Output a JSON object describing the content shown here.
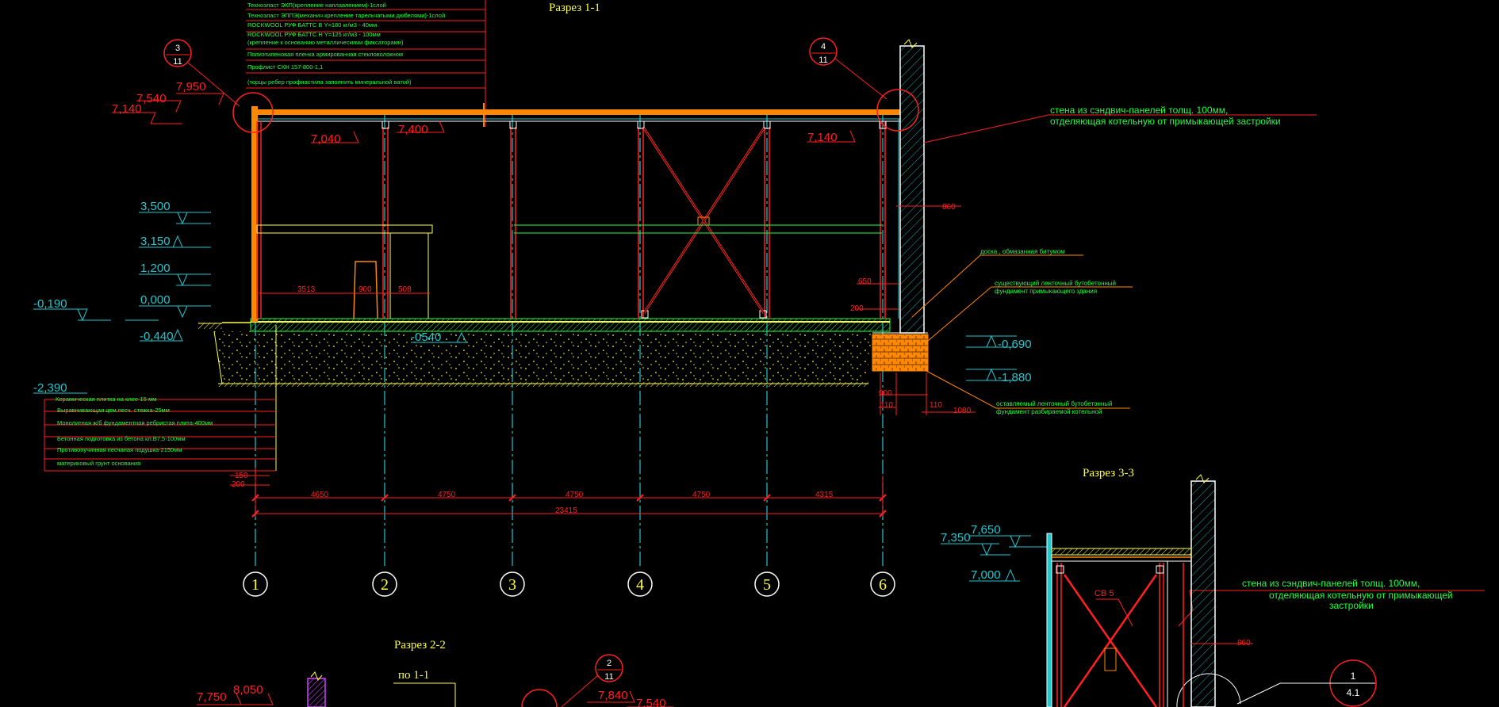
{
  "colors": {
    "background": "#000000",
    "red": "#ff2020",
    "cyan": "#20c8d0",
    "green": "#20ff40",
    "yellow": "#ffff40",
    "orange": "#ff8800",
    "white": "#ffffff",
    "magenta": "#d040ff"
  },
  "section_titles": {
    "s11": "Разрез 1-1",
    "s22": "Разрез 2-2",
    "s33": "Разрез 3-3",
    "ref_11": "по 1-1"
  },
  "roof_layers": [
    "Техноэласт ЭКП(крепление наплавлением)-1слой",
    "Техноэласт ЭППЭ(механич.крепление тарельчатыми дюбелями)-1слой",
    "ROCKWOOL РУФ БАТТС В   Y=180 кг/м3 - 40мм",
    "ROCKWOOL РУФ БАТТС Н   Y=125 кг/м3 - 100мм",
    "(крепление к основанию металлическими фиксаторами)",
    "Полиэтиленовая пленка армированная стекловолокном",
    "Профлист СКН 157-800-1,1",
    "(торцы ребер профнастила заполнить минеральной ватой)"
  ],
  "floor_layers": [
    "Керамическая плитка на клее-15 мм",
    "Выравнивающая цем.песч. стяжка-25мм",
    "Монолитная ж/б фундаментная ребристая плита-400мм",
    "Бетонная подготовка из бетона кл.В7,5-100мм",
    "Противопучинная песчаная подушка-2150мм",
    "материковый грунт основания"
  ],
  "callouts": {
    "c1": "3",
    "c1b": "11",
    "c2": "4",
    "c2b": "11",
    "c3": "2",
    "c3b": "11",
    "c4": "1",
    "c4b": "4.1"
  },
  "elevations_red": {
    "e7950": "7,950",
    "e7540": "7,540",
    "e7140a": "7,140",
    "e7040": "7,040",
    "e7400": "7,400",
    "e7140b": "7,140",
    "e7750": "7,750",
    "e8050": "8,050",
    "e7840": "7,840",
    "e7540b": "7,540"
  },
  "elevations_cyan": {
    "e3500": "3,500",
    "e3150": "3,150",
    "e1200": "1,200",
    "e0000": "0,000",
    "em0190": "-0,190",
    "em0440": "-0,440",
    "em2390": "-2,390",
    "em0540": "-0540",
    "em0690": "-0,690",
    "em1880": "-1,880",
    "e7650": "7,650",
    "e7350": "7,350",
    "e7000": "7,000"
  },
  "notes": {
    "wall1a": "стена из сэндвич-панелей толщ. 100мм,",
    "wall1b": "отделяющая котельную от примыкающей застройки",
    "board": "доска , обмазанная битумом",
    "exist1": "существующий ленточный бутобетонный",
    "exist2": "фундамент примыкающего здания",
    "rem1": "оставляемый ленточный бутобетонный",
    "rem2": "фундамент разбираемой котельной",
    "wall2a": "стена из сэндвич-панелей толщ. 100мм,",
    "wall2b": "отделяющая котельную от примыкающей",
    "wall2c": "застройки",
    "cb5": "СВ 5"
  },
  "dims": {
    "d3513": "3513",
    "d900": "900",
    "d508": "508",
    "d860": "860",
    "d650": "650",
    "d200": "200",
    "d900b": "900",
    "d110": "110",
    "d110b": "110",
    "d1080": "1080",
    "d150": "150",
    "d200b": "200",
    "d4650": "4650",
    "d4750a": "4750",
    "d4750b": "4750",
    "d4750c": "4750",
    "d4315": "4315",
    "total": "23415",
    "d860b": "860"
  },
  "axes": [
    "1",
    "2",
    "3",
    "4",
    "5",
    "6"
  ]
}
